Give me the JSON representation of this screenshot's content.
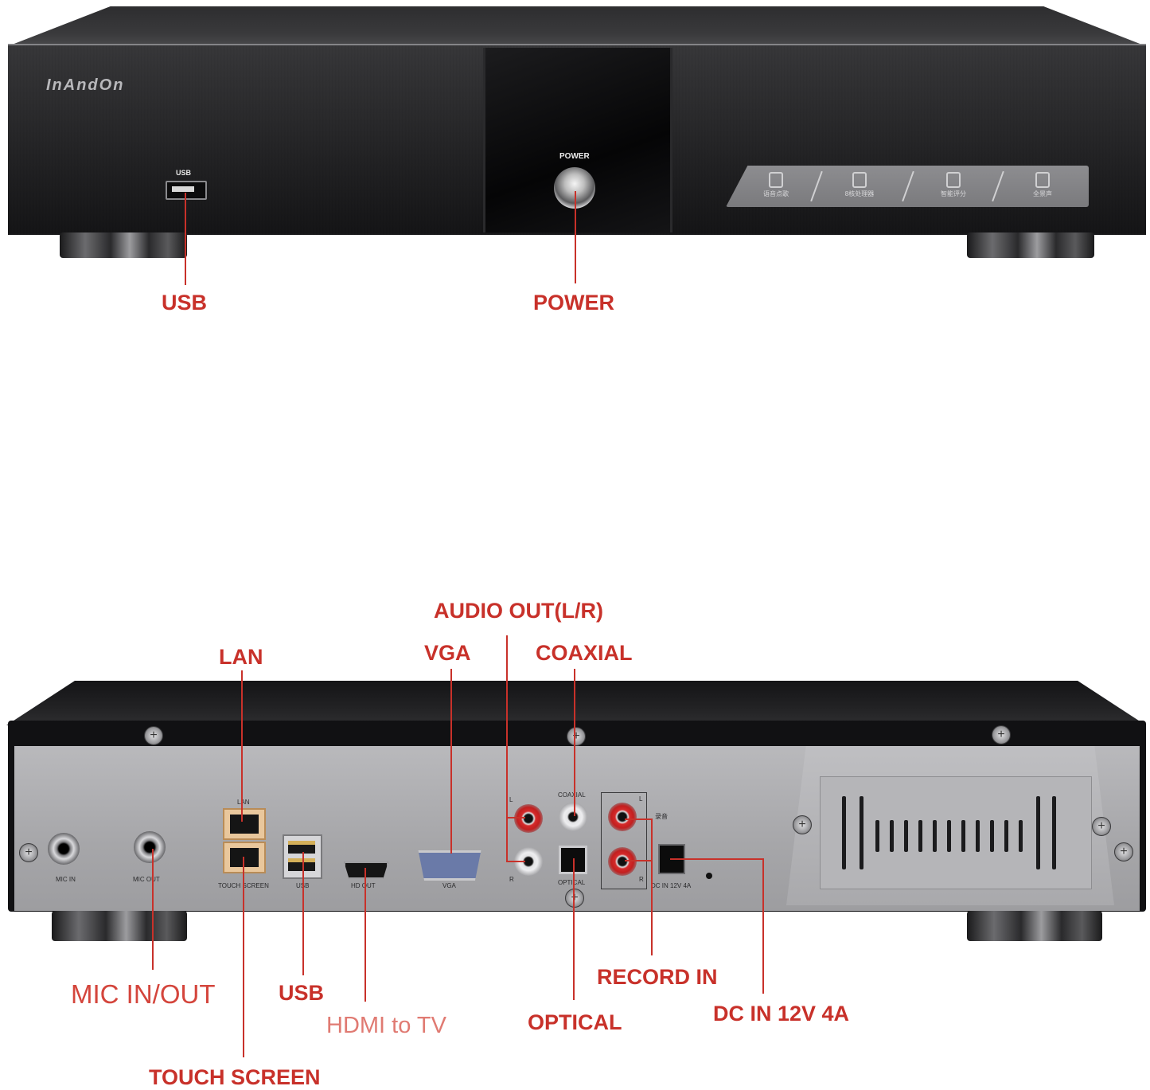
{
  "front": {
    "brand": "InAndOn",
    "usb_port_label": "USB",
    "power_label": "POWER",
    "features": [
      "语音点歌",
      "8核处理器",
      "智能评分",
      "全景声"
    ],
    "callouts": {
      "usb": "USB",
      "power": "POWER"
    }
  },
  "rear": {
    "port_labels": {
      "lan": "LAN",
      "mic_in": "MIC IN",
      "mic_out": "MIC OUT",
      "touch_screen": "TOUCH SCREEN",
      "usb": "USB",
      "hd_out": "HD OUT",
      "vga": "VGA",
      "l": "L",
      "r": "R",
      "coaxial": "COAXIAL",
      "optical": "OPTICAL",
      "rec_l": "L",
      "rec_r": "R",
      "rec_cn": "录音",
      "dc_in": "DC IN 12V 4A"
    },
    "callouts": {
      "audio_out": "AUDIO OUT(L/R)",
      "lan": "LAN",
      "vga": "VGA",
      "coaxial": "COAXIAL",
      "mic_in_out": "MIC IN/OUT",
      "usb": "USB",
      "hdmi": "HDMI to TV",
      "touch_screen": "TOUCH SCREEN",
      "record_in": "RECORD IN",
      "optical": "OPTICAL",
      "dc_in": "DC IN 12V 4A"
    }
  },
  "colors": {
    "callout": "#c8312a",
    "chassis": "#5a5a5d",
    "rear_plate": "#a9a9ac"
  }
}
